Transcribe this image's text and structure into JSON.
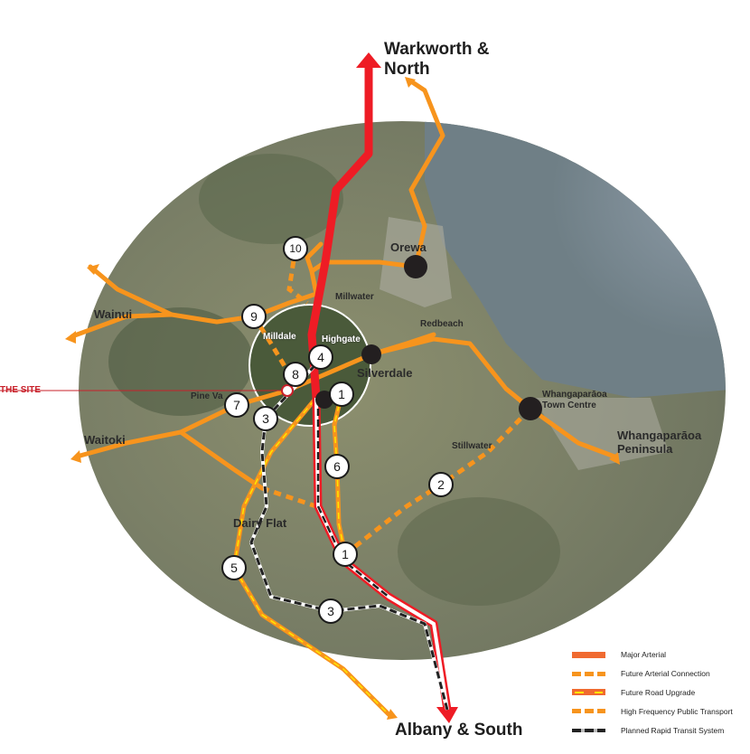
{
  "title_destinations": {
    "north": "Warkworth & North",
    "south": "Albany & South",
    "peninsula": "Whangaparāoa Peninsula"
  },
  "places": {
    "orewa": "Orewa",
    "millwater": "Millwater",
    "redbeach": "Redbeach",
    "wainui": "Wainui",
    "milldale": "Milldale",
    "highgate": "Highgate",
    "silverdale": "Silverdale",
    "pine_valley": "Pine Va",
    "waitoki": "Waitoki",
    "whangaparaoa_town_centre": "Whangaparāoa Town Centre",
    "stillwater": "Stillwater",
    "dairy_flat": "Dairy Flat"
  },
  "site_label": "THE SITE",
  "markers": [
    "10",
    "9",
    "4",
    "8",
    "7",
    "3",
    "1",
    "6",
    "2",
    "5",
    "1",
    "3"
  ],
  "legend": [
    {
      "label": "Major Arterial",
      "color": "#f06a30"
    },
    {
      "label": "Future Arterial Connection",
      "color": "#f7941d"
    },
    {
      "label": "Future Road Upgrade",
      "color": "#f06a30"
    },
    {
      "label": "High Frequency Public Transport",
      "color": "#f7941d"
    },
    {
      "label": "Planned Rapid Transit System",
      "color": "#222222"
    }
  ],
  "colors": {
    "arterial": "#ee1c25",
    "road": "#f7941d",
    "upgrade_dash": "#ffe800",
    "rapid": "#222222",
    "site": "#c8202a"
  }
}
